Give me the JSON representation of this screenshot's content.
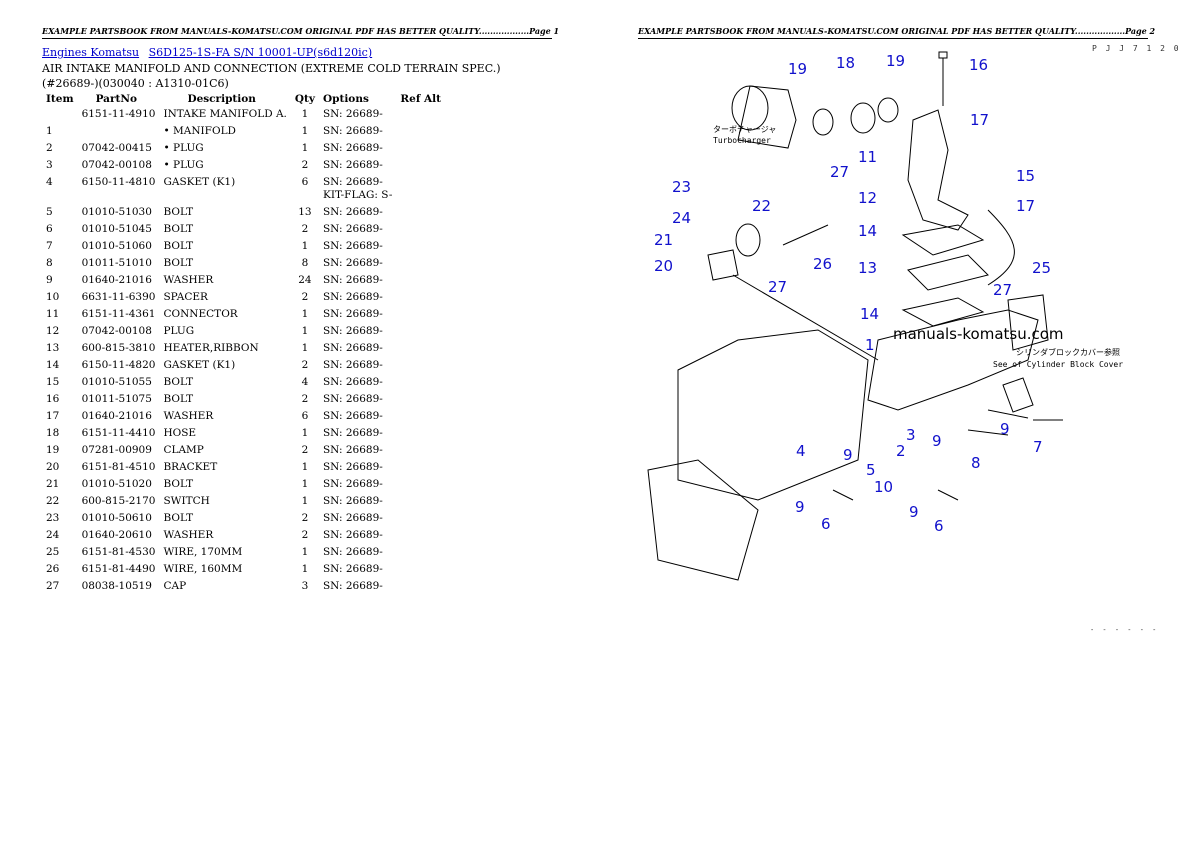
{
  "header": {
    "page1": "EXAMPLE PARTSBOOK FROM MANUALS-KOMATSU.COM ORIGINAL PDF HAS BETTER QUALITY..................Page 1",
    "page2": "EXAMPLE PARTSBOOK FROM MANUALS-KOMATSU.COM ORIGINAL PDF HAS BETTER QUALITY..................Page 2"
  },
  "breadcrumb": {
    "link1": "Engines Komatsu",
    "link2": "S6D125-1S-FA S/N 10001-UP(s6d120ic)"
  },
  "title": "AIR INTAKE MANIFOLD AND CONNECTION (EXTREME COLD TERRAIN SPEC.)(#26689-)(030040 : A1310-01C6)",
  "table": {
    "headers": [
      "Item",
      "PartNo",
      "Description",
      "Qty",
      "Options",
      "Ref Alt"
    ],
    "rows": [
      {
        "item": "",
        "part": "6151-11-4910",
        "desc": "INTAKE MANIFOLD A.",
        "qty": "1",
        "opt": "SN: 26689-"
      },
      {
        "item": "1",
        "part": "",
        "desc": "• MANIFOLD",
        "qty": "1",
        "opt": "SN: 26689-"
      },
      {
        "item": "2",
        "part": "07042-00415",
        "desc": "• PLUG",
        "qty": "1",
        "opt": "SN: 26689-"
      },
      {
        "item": "3",
        "part": "07042-00108",
        "desc": "• PLUG",
        "qty": "2",
        "opt": "SN: 26689-"
      },
      {
        "item": "4",
        "part": "6150-11-4810",
        "desc": "GASKET (K1)",
        "qty": "6",
        "opt": "SN: 26689-",
        "opt2": "KIT-FLAG: S-"
      },
      {
        "item": "5",
        "part": "01010-51030",
        "desc": "BOLT",
        "qty": "13",
        "opt": "SN: 26689-"
      },
      {
        "item": "6",
        "part": "01010-51045",
        "desc": "BOLT",
        "qty": "2",
        "opt": "SN: 26689-"
      },
      {
        "item": "7",
        "part": "01010-51060",
        "desc": "BOLT",
        "qty": "1",
        "opt": "SN: 26689-"
      },
      {
        "item": "8",
        "part": "01011-51010",
        "desc": "BOLT",
        "qty": "8",
        "opt": "SN: 26689-"
      },
      {
        "item": "9",
        "part": "01640-21016",
        "desc": "WASHER",
        "qty": "24",
        "opt": "SN: 26689-"
      },
      {
        "item": "10",
        "part": "6631-11-6390",
        "desc": "SPACER",
        "qty": "2",
        "opt": "SN: 26689-"
      },
      {
        "item": "11",
        "part": "6151-11-4361",
        "desc": "CONNECTOR",
        "qty": "1",
        "opt": "SN: 26689-"
      },
      {
        "item": "12",
        "part": "07042-00108",
        "desc": "PLUG",
        "qty": "1",
        "opt": "SN: 26689-"
      },
      {
        "item": "13",
        "part": "600-815-3810",
        "desc": "HEATER,RIBBON",
        "qty": "1",
        "opt": "SN: 26689-"
      },
      {
        "item": "14",
        "part": "6150-11-4820",
        "desc": "GASKET (K1)",
        "qty": "2",
        "opt": "SN: 26689-"
      },
      {
        "item": "15",
        "part": "01010-51055",
        "desc": "BOLT",
        "qty": "4",
        "opt": "SN: 26689-"
      },
      {
        "item": "16",
        "part": "01011-51075",
        "desc": "BOLT",
        "qty": "2",
        "opt": "SN: 26689-"
      },
      {
        "item": "17",
        "part": "01640-21016",
        "desc": "WASHER",
        "qty": "6",
        "opt": "SN: 26689-"
      },
      {
        "item": "18",
        "part": "6151-11-4410",
        "desc": "HOSE",
        "qty": "1",
        "opt": "SN: 26689-"
      },
      {
        "item": "19",
        "part": "07281-00909",
        "desc": "CLAMP",
        "qty": "2",
        "opt": "SN: 26689-"
      },
      {
        "item": "20",
        "part": "6151-81-4510",
        "desc": "BRACKET",
        "qty": "1",
        "opt": "SN: 26689-"
      },
      {
        "item": "21",
        "part": "01010-51020",
        "desc": "BOLT",
        "qty": "1",
        "opt": "SN: 26689-"
      },
      {
        "item": "22",
        "part": "600-815-2170",
        "desc": "SWITCH",
        "qty": "1",
        "opt": "SN: 26689-"
      },
      {
        "item": "23",
        "part": "01010-50610",
        "desc": "BOLT",
        "qty": "2",
        "opt": "SN: 26689-"
      },
      {
        "item": "24",
        "part": "01640-20610",
        "desc": "WASHER",
        "qty": "2",
        "opt": "SN: 26689-"
      },
      {
        "item": "25",
        "part": "6151-81-4530",
        "desc": "WIRE, 170MM",
        "qty": "1",
        "opt": "SN: 26689-"
      },
      {
        "item": "26",
        "part": "6151-81-4490",
        "desc": "WIRE, 160MM",
        "qty": "1",
        "opt": "SN: 26689-"
      },
      {
        "item": "27",
        "part": "08038-10519",
        "desc": "CAP",
        "qty": "3",
        "opt": "SN: 26689-"
      }
    ]
  },
  "diagram": {
    "watermark": "manuals-komatsu.com",
    "code_top": "P J J 7 1 2 0",
    "code_bottom": "- - - - - -",
    "turbo_jp": "ターボチャージャ",
    "turbo_label": "Turbocharger",
    "cover_jp": "シリンダブロックカバー参照",
    "cover_label": "See of Cylinder Block Cover",
    "callouts": [
      "1",
      "2",
      "3",
      "4",
      "5",
      "6",
      "7",
      "8",
      "9",
      "10",
      "11",
      "12",
      "13",
      "14",
      "15",
      "16",
      "17",
      "18",
      "19",
      "20",
      "21",
      "22",
      "23",
      "24",
      "25",
      "26",
      "27"
    ]
  }
}
